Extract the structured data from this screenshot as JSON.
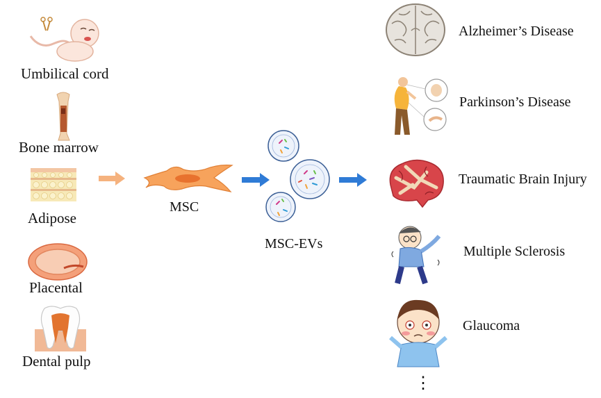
{
  "sources": [
    {
      "id": "umbilical",
      "label": "Umbilical cord",
      "icon": "baby-with-umbilical-cord-icon"
    },
    {
      "id": "bone",
      "label": "Bone marrow",
      "icon": "bone-icon"
    },
    {
      "id": "adipose",
      "label": "Adipose",
      "icon": "adipose-tissue-icon"
    },
    {
      "id": "placental",
      "label": "Placental",
      "icon": "placenta-icon"
    },
    {
      "id": "dental",
      "label": "Dental pulp",
      "icon": "tooth-icon"
    }
  ],
  "msc": {
    "label": "MSC",
    "icon": "mesenchymal-stem-cell-icon"
  },
  "evs": {
    "label": "MSC-EVs",
    "icon": "extracellular-vesicles-icon"
  },
  "diseases": [
    {
      "id": "alz",
      "label": "Alzheimer’s Disease",
      "icon": "brain-section-icon"
    },
    {
      "id": "park",
      "label": "Parkinson’s Disease",
      "icon": "parkinson-patient-icon"
    },
    {
      "id": "tbi",
      "label": "Traumatic Brain Injury",
      "icon": "injured-brain-icon"
    },
    {
      "id": "ms",
      "label": "Multiple Sclerosis",
      "icon": "ms-patient-icon"
    },
    {
      "id": "glau",
      "label": "Glaucoma",
      "icon": "glaucoma-patient-icon"
    }
  ],
  "ellipsis": "⋮",
  "colors": {
    "arrow_source": "#f5b27e",
    "arrow_main": "#2f7bd6",
    "msc_cell": "#f7a35c",
    "msc_nucleus": "#e8722e"
  }
}
